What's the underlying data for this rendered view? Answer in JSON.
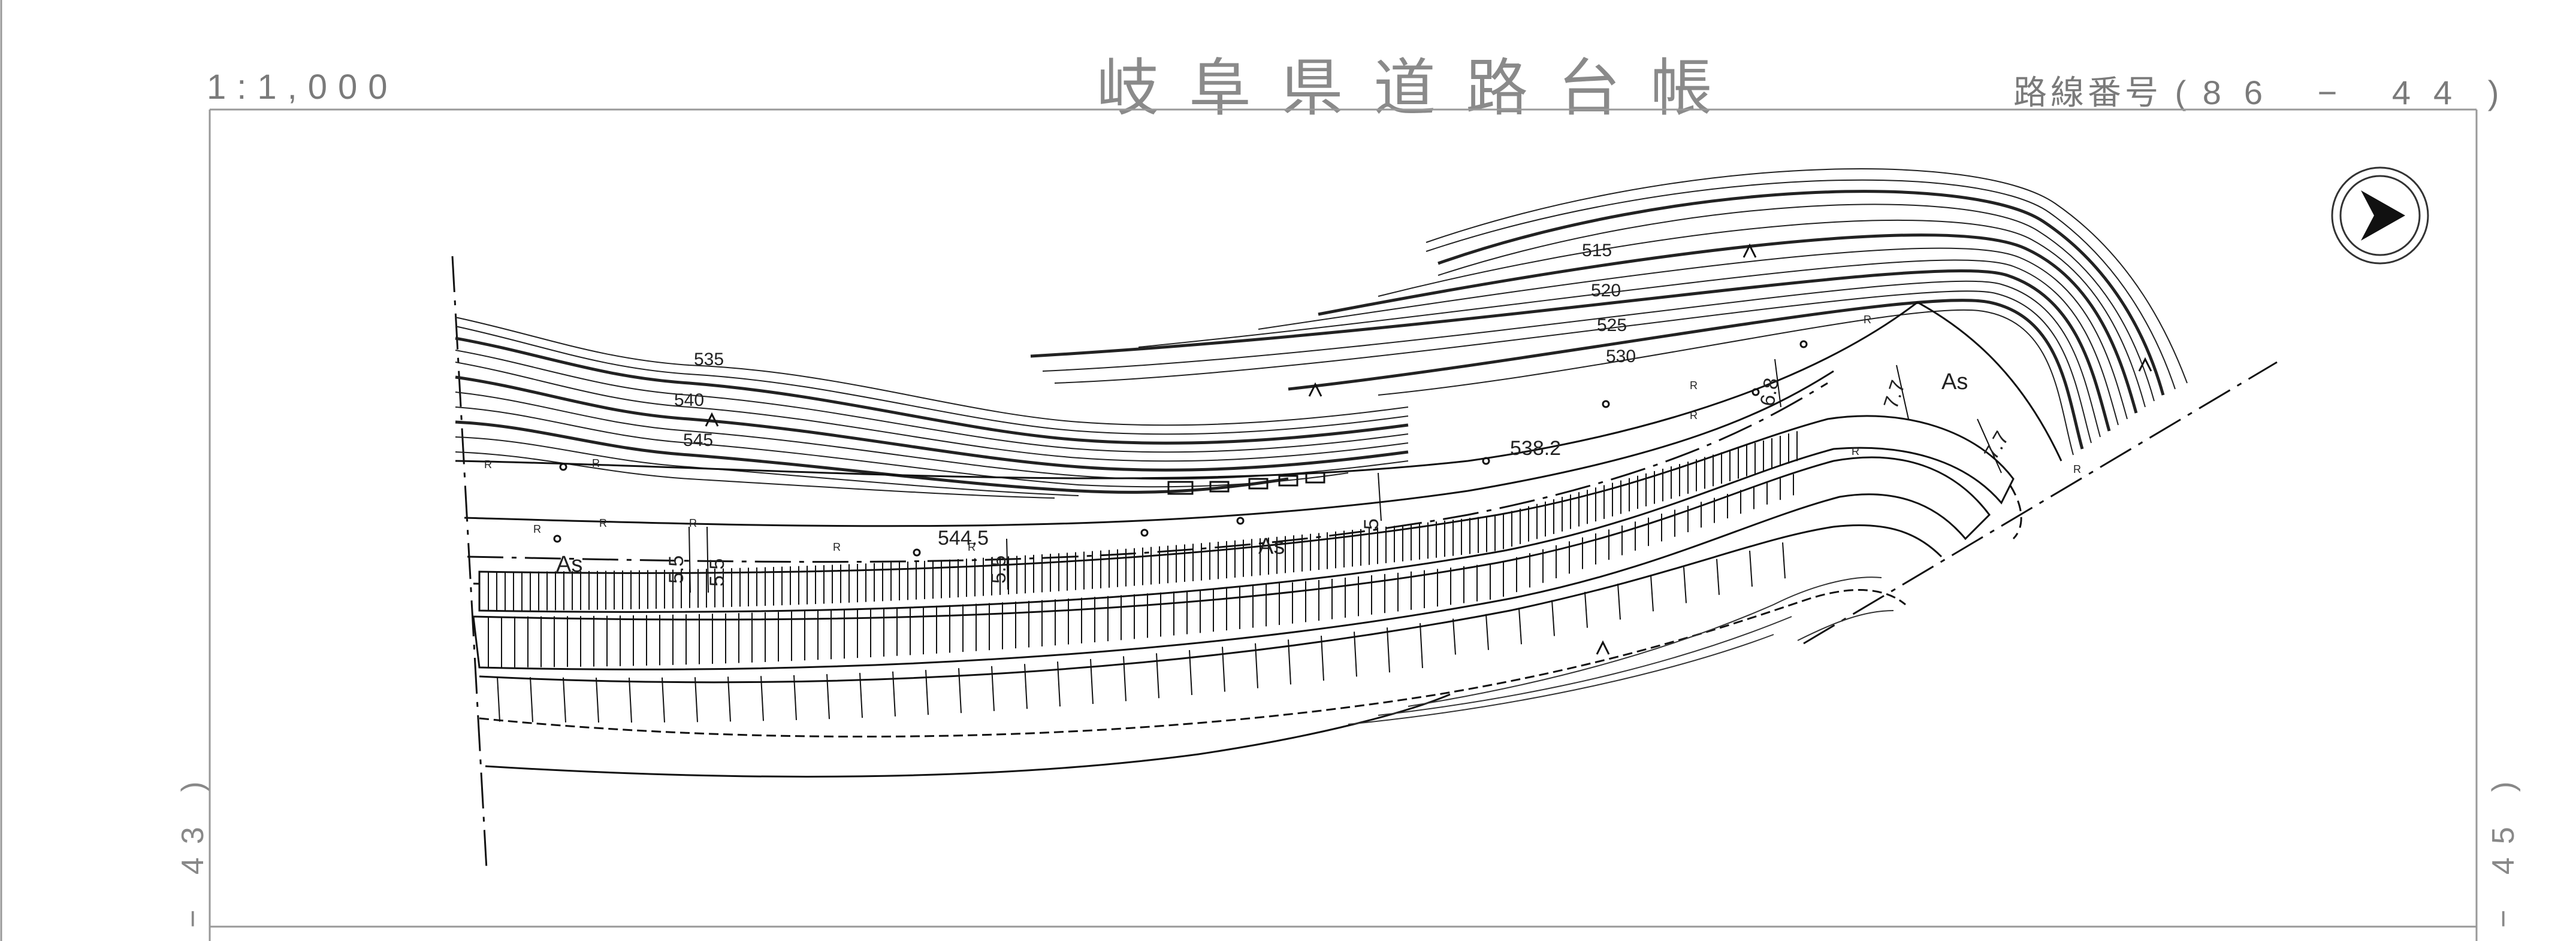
{
  "header": {
    "scale": "1:1,000",
    "title": "岐阜県道路台帳",
    "route_label": "路線番号",
    "route_open": "(",
    "route_number": "86 − 44",
    "route_close": ")"
  },
  "adjacent_sheets": {
    "left": "− 43 )",
    "right": "− 45 )"
  },
  "map": {
    "contour_labels": [
      "515",
      "520",
      "525",
      "530",
      "535",
      "540",
      "545"
    ],
    "elevation_labels": [
      "538.2",
      "544.5"
    ],
    "surface_labels": [
      "As",
      "As",
      "As"
    ],
    "width_labels": [
      "5.5",
      "5.5",
      "5.5",
      "5",
      "6.8",
      "7.7",
      "7.7"
    ],
    "north_arrow": "north-arrow-icon",
    "line_color": "#1a1a1a"
  }
}
